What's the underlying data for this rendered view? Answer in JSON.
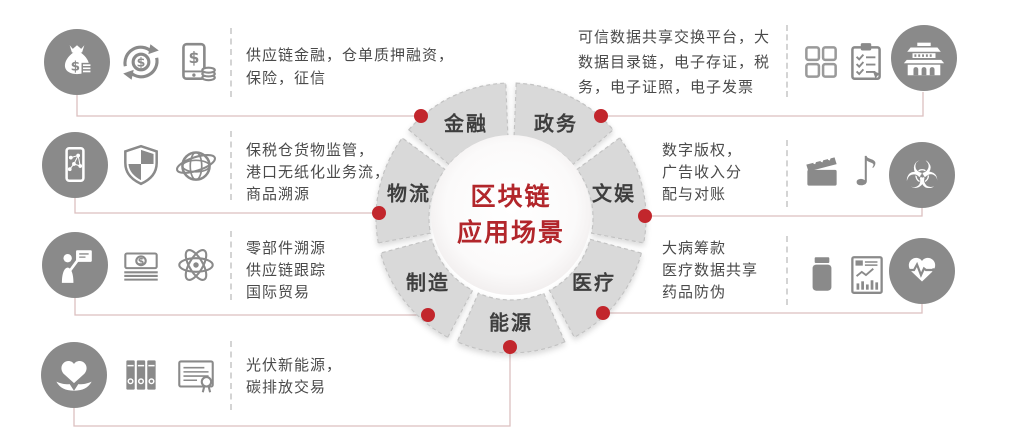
{
  "title": {
    "line1": "区块链",
    "line2": "应用场景"
  },
  "wheel": {
    "segments": [
      {
        "label": "金融"
      },
      {
        "label": "政务"
      },
      {
        "label": "文娱"
      },
      {
        "label": "医疗"
      },
      {
        "label": "能源"
      },
      {
        "label": "制造"
      },
      {
        "label": "物流"
      }
    ]
  },
  "left_groups": [
    {
      "icons": [
        "money-bag-icon",
        "currency-exchange-icon",
        "mobile-payment-icon"
      ],
      "lines": [
        "供应链金融，仓单质押融资，",
        "保险，征信"
      ]
    },
    {
      "icons": [
        "phone-network-icon",
        "shield-icon",
        "globe-icon"
      ],
      "lines": [
        "保税仓货物监管，",
        "港口无纸化业务流，",
        "商品溯源"
      ]
    },
    {
      "icons": [
        "presenter-icon",
        "banknotes-icon",
        "atom-icon"
      ],
      "lines": [
        "零部件溯源",
        "供应链跟踪",
        "国际贸易"
      ]
    },
    {
      "icons": [
        "hands-heart-icon",
        "binders-icon",
        "certificate-icon"
      ],
      "lines": [
        "光伏新能源，",
        "碳排放交易"
      ]
    }
  ],
  "right_groups": [
    {
      "icons": [
        "grid-squares-icon",
        "checklist-icon",
        "government-building-icon"
      ],
      "lines": [
        "可信数据共享交换平台，大",
        "数据目录链，电子存证，税",
        "务，电子证照，电子发票"
      ]
    },
    {
      "icons": [
        "clapperboard-icon",
        "music-note-icon",
        "biohazard-icon"
      ],
      "lines": [
        "数字版权，",
        "广告收入分",
        "配与对账"
      ]
    },
    {
      "icons": [
        "medicine-bottle-icon",
        "chart-report-icon",
        "heart-pulse-icon"
      ],
      "lines": [
        "大病筹款",
        "医疗数据共享",
        "药品防伪"
      ]
    }
  ],
  "icon_glyphs": {
    "biohazard": "☣︎",
    "music_note": "♪"
  },
  "colors": {
    "accent_red": "#b2262b",
    "dot_red": "#c2262c",
    "connector_pink": "#dcbfbf",
    "icon_grey": "#8a8a8a",
    "segment_grey": "#d9d9d9",
    "text_dark": "#4a4a4a"
  }
}
